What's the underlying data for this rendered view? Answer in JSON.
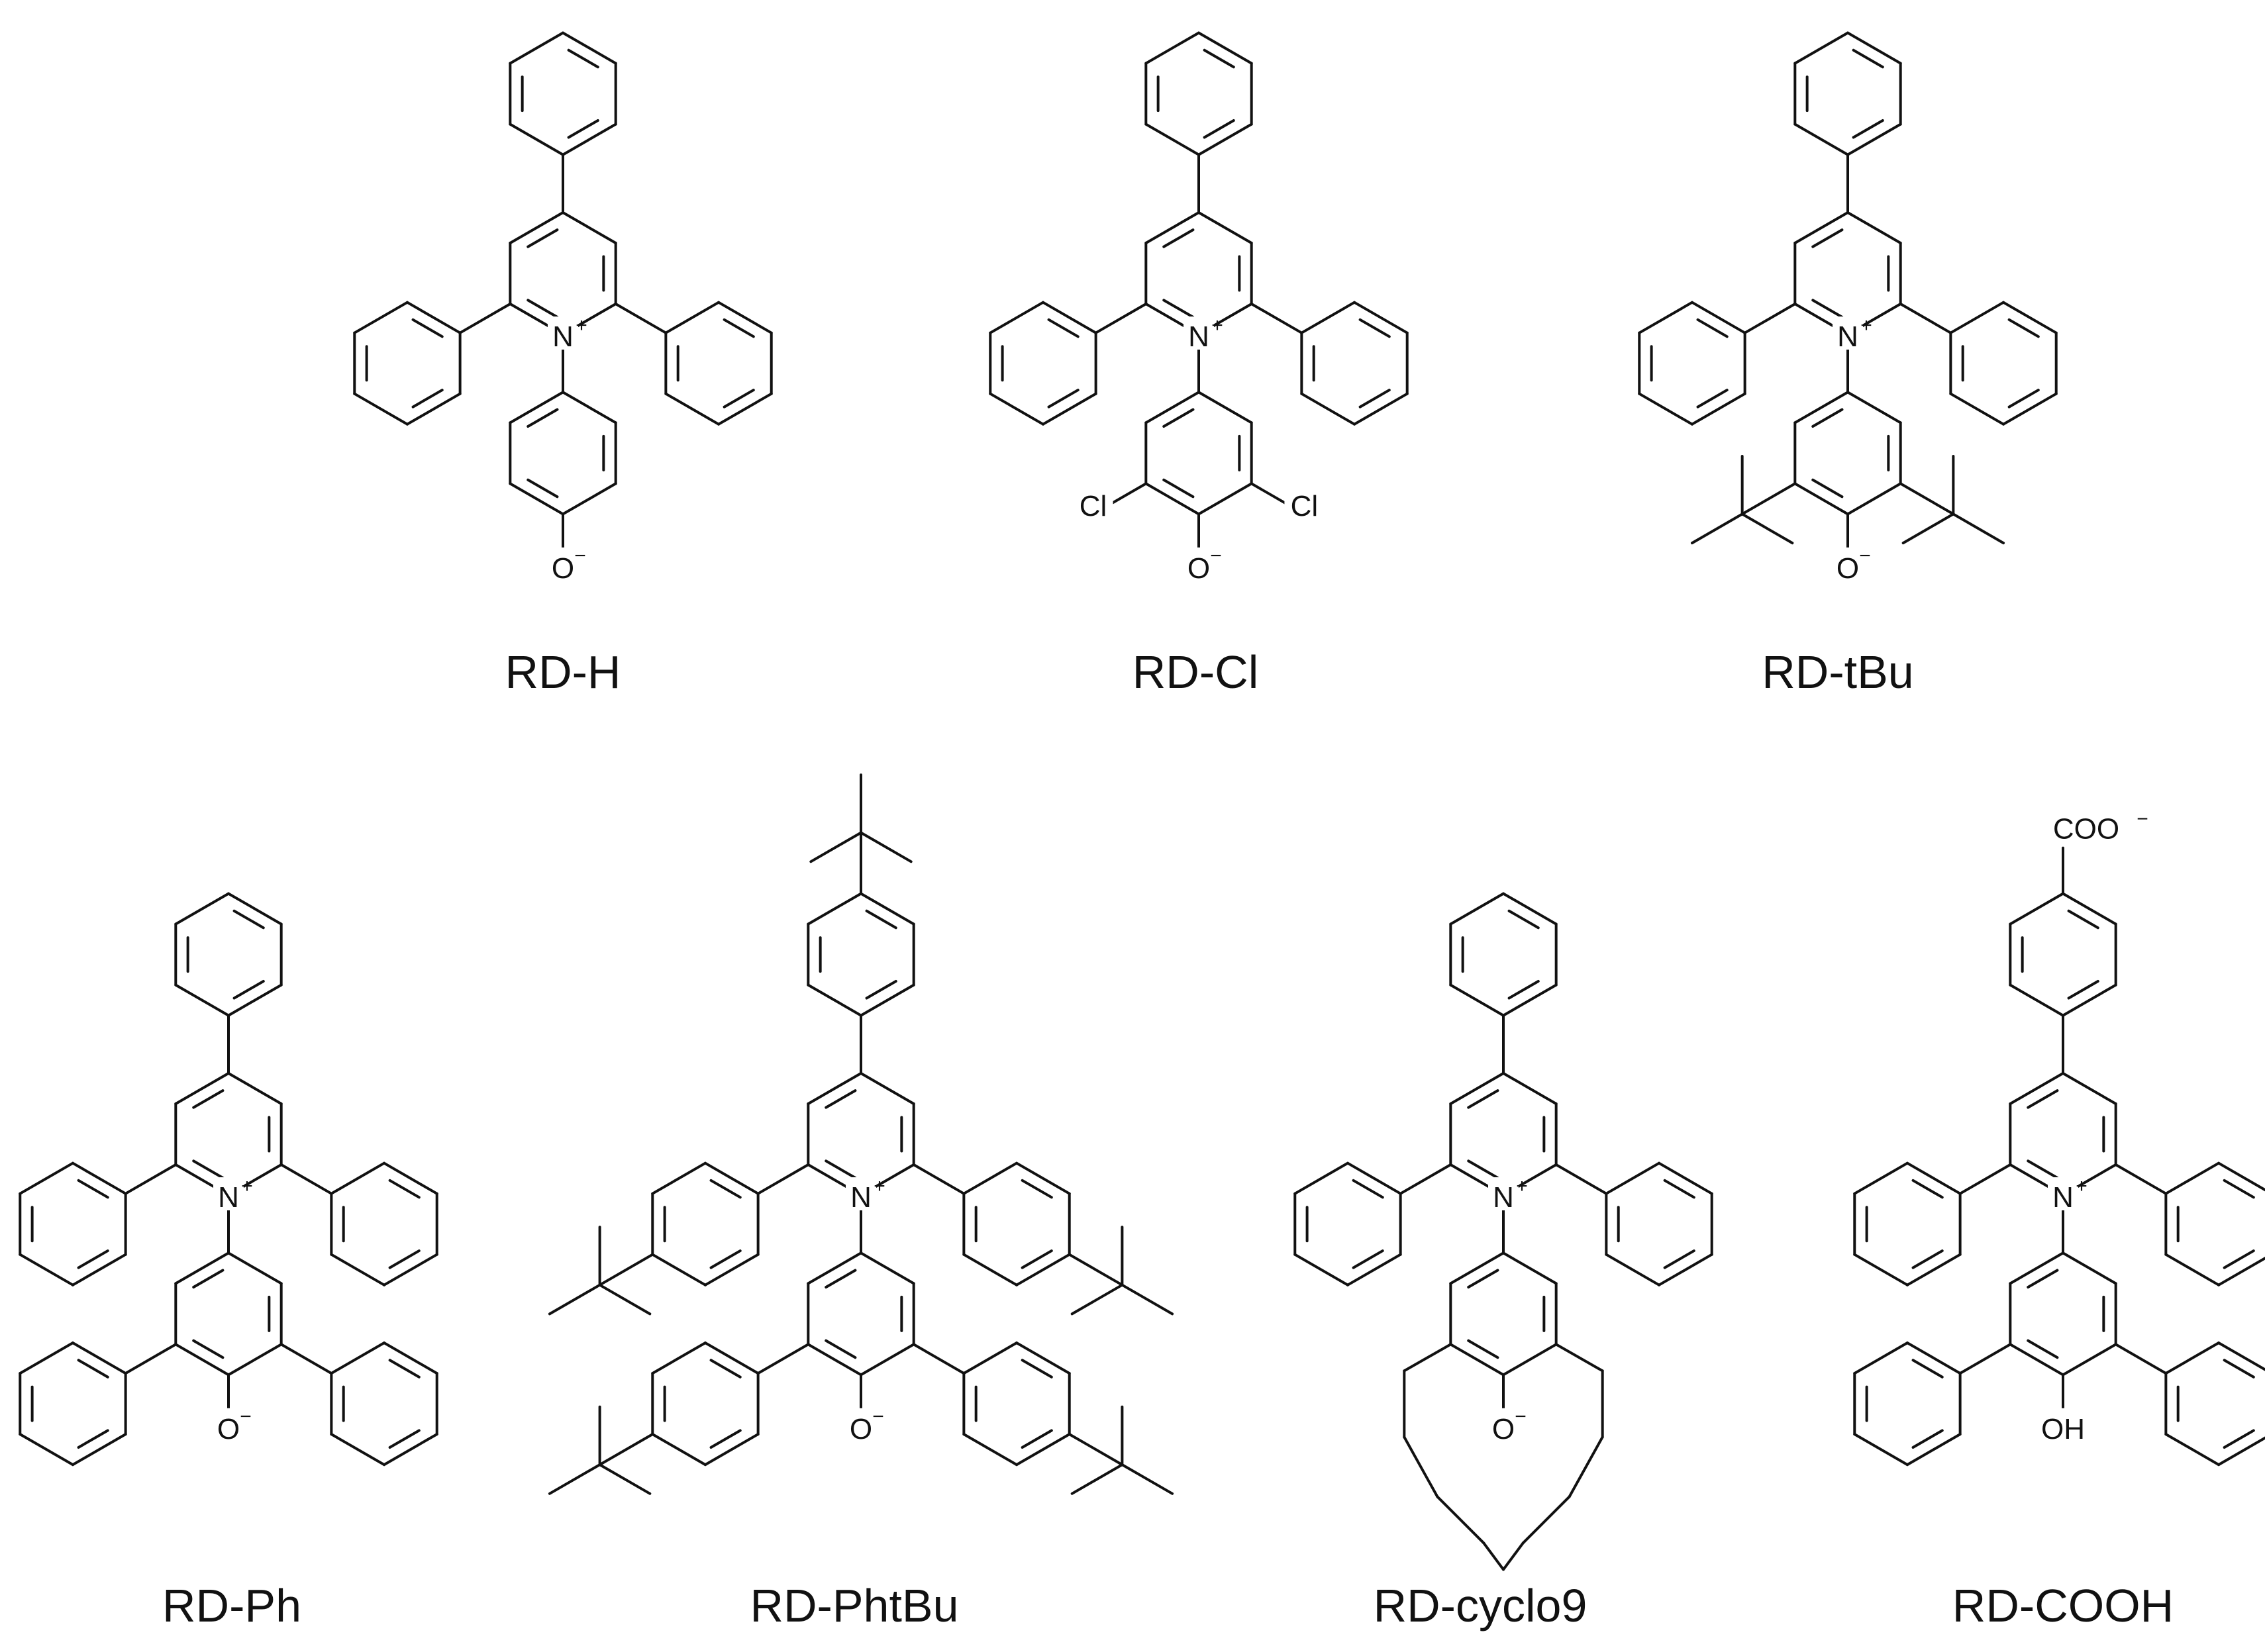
{
  "figure": {
    "compounds": [
      {
        "label": "RD-H",
        "phenoxide": "O",
        "charge": "−",
        "substituent_labels": []
      },
      {
        "label": "RD-Cl",
        "phenoxide": "O",
        "charge": "−",
        "substituent_labels": [
          "Cl",
          "Cl"
        ]
      },
      {
        "label": "RD-tBu",
        "phenoxide": "O",
        "charge": "−",
        "substituent_labels": []
      },
      {
        "label": "RD-Ph",
        "phenoxide": "O",
        "charge": "−",
        "substituent_labels": []
      },
      {
        "label": "RD-PhtBu",
        "phenoxide": "O",
        "charge": "−",
        "substituent_labels": []
      },
      {
        "label": "RD-cyclo9",
        "phenoxide": "O",
        "charge": "−",
        "substituent_labels": []
      },
      {
        "label": "RD-COOH",
        "phenoxide": "OH",
        "charge": "",
        "substituent_labels": [],
        "para_group": "COO",
        "para_charge": "−"
      }
    ],
    "pyridinium_atom": "N",
    "pyridinium_charge": "+"
  }
}
